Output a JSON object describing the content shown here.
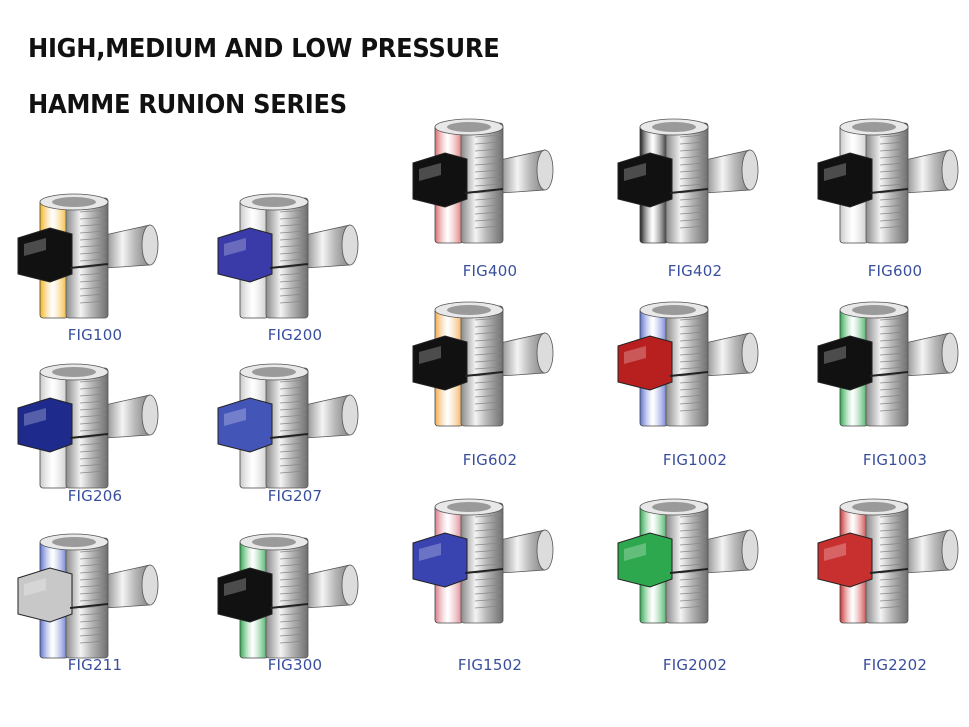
{
  "header": {
    "line1": "HIGH,MEDIUM AND LOW PRESSURE",
    "line2": "HAMME RUNION SERIES"
  },
  "products": [
    {
      "label": "FIG100",
      "accent": "#f2b21c",
      "nut": "#111111",
      "icon": "lug-union-icon"
    },
    {
      "label": "FIG200",
      "accent": "#c8c8c8",
      "nut": "#3a3aa8",
      "icon": "wing-union-icon"
    },
    {
      "label": "FIG206",
      "accent": "#c8c8c8",
      "nut": "#1e2a8c",
      "icon": "wing-union-icon"
    },
    {
      "label": "FIG207",
      "accent": "#c8c8c8",
      "nut": "#4455b8",
      "icon": "wing-union-icon"
    },
    {
      "label": "FIG211",
      "accent": "#5a6fd0",
      "nut": "#c8c8c8",
      "icon": "wing-union-icon"
    },
    {
      "label": "FIG300",
      "accent": "#2ea84e",
      "nut": "#111111",
      "icon": "wing-union-icon"
    },
    {
      "label": "FIG400",
      "accent": "#d86a6a",
      "nut": "#111111",
      "icon": "wing-union-icon"
    },
    {
      "label": "FIG402",
      "accent": "#1a1a1a",
      "nut": "#111111",
      "icon": "wing-union-icon"
    },
    {
      "label": "FIG600",
      "accent": "#c8c8c8",
      "nut": "#111111",
      "icon": "wing-union-icon"
    },
    {
      "label": "FIG602",
      "accent": "#f2a84a",
      "nut": "#111111",
      "icon": "wing-union-icon"
    },
    {
      "label": "FIG1002",
      "accent": "#5a6fd0",
      "nut": "#b82020",
      "icon": "wing-union-icon"
    },
    {
      "label": "FIG1003",
      "accent": "#2ea84e",
      "nut": "#111111",
      "icon": "wing-union-icon"
    },
    {
      "label": "FIG1502",
      "accent": "#d87a86",
      "nut": "#3a44b0",
      "icon": "wing-union-icon"
    },
    {
      "label": "FIG2002",
      "accent": "#2ea84e",
      "nut": "#2ea84e",
      "icon": "wing-union-icon"
    },
    {
      "label": "FIG2202",
      "accent": "#c83030",
      "nut": "#c83030",
      "icon": "wing-union-icon"
    }
  ]
}
